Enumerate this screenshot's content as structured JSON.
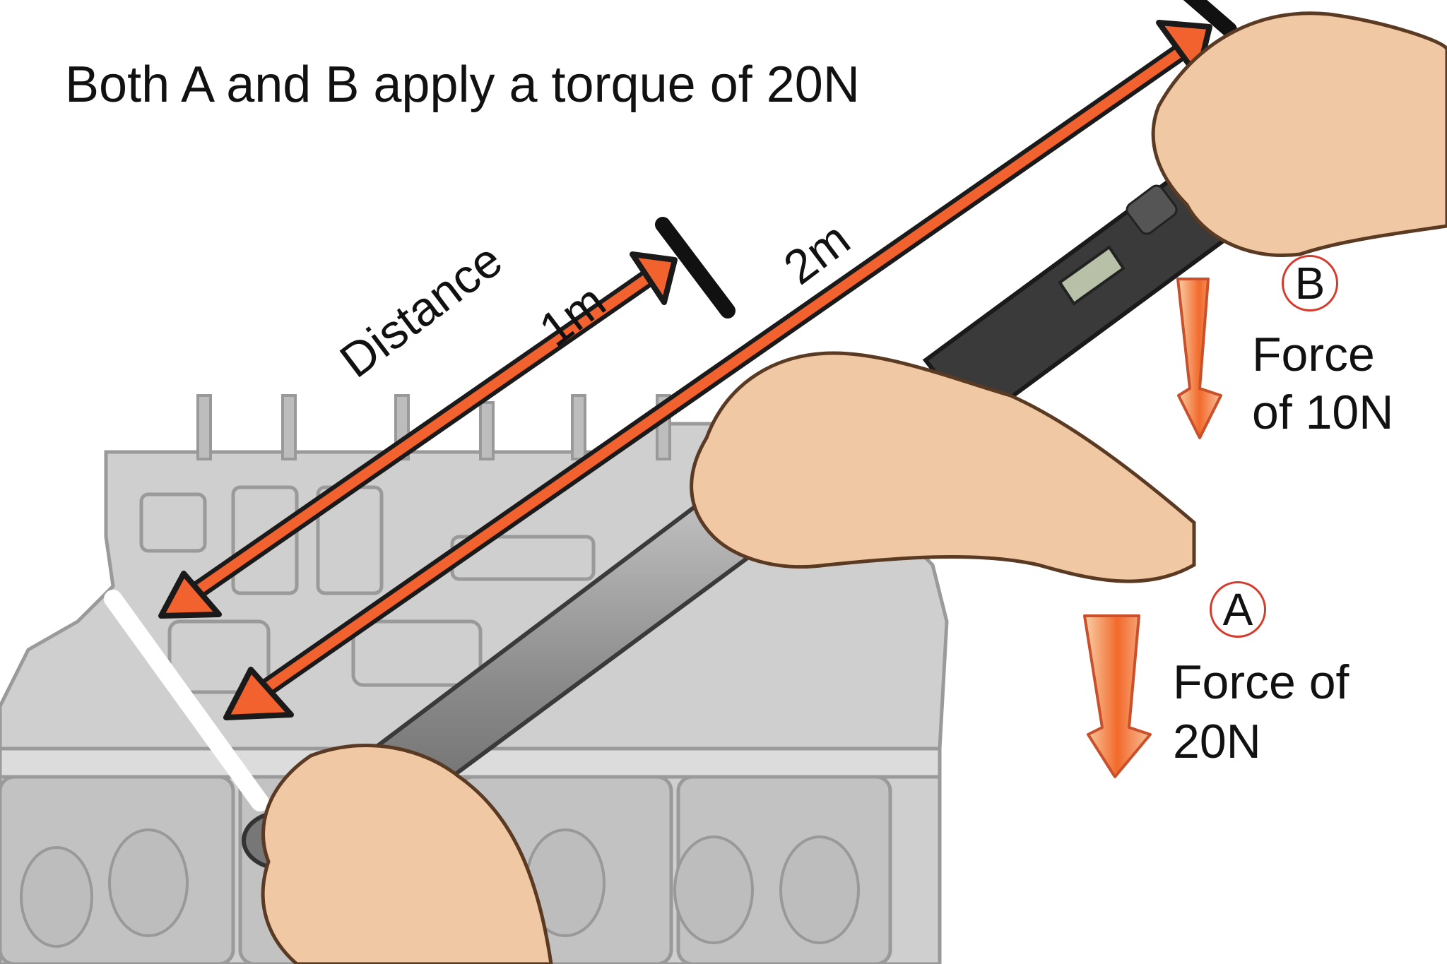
{
  "title": "Both A and B apply a torque of 20N",
  "distance_label": "Distance",
  "distance_short": "1m",
  "distance_long": "2m",
  "point_b": {
    "letter": "B",
    "force_line1": "Force",
    "force_line2": "of 10N"
  },
  "point_a": {
    "letter": "A",
    "force_line1": "Force of",
    "force_line2": "20N"
  },
  "colors": {
    "arrow_fill": "#f2622e",
    "arrow_outline": "#1a1a1a",
    "force_arrow": "#f47a3c",
    "engine": "#c8c8c8",
    "skin": "#f0c8a4",
    "circle": "#d63a2a"
  }
}
